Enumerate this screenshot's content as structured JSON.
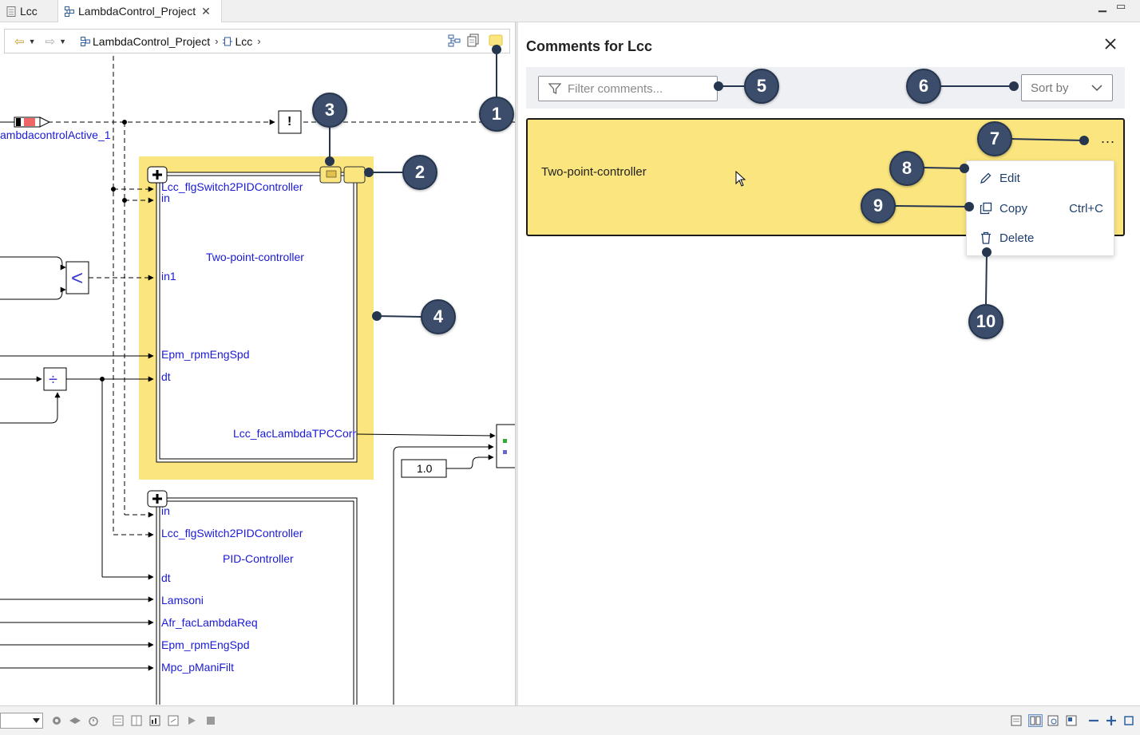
{
  "tabs": [
    {
      "label": "Lcc",
      "active": false
    },
    {
      "label": "LambdaControl_Project",
      "active": true
    }
  ],
  "breadcrumb": {
    "items": [
      "LambdaControl_Project",
      "Lcc"
    ]
  },
  "diagram": {
    "signal_labels": {
      "active_signal": "ambdacontrolActive_1",
      "port_flg_a": "Lcc_flgSwitch2PIDController",
      "port_in_a": "in",
      "block_two_point": "Two-point-controller",
      "port_in1": "in1",
      "port_epm_a": "Epm_rpmEngSpd",
      "port_dt_a": "dt",
      "port_out_corr": "Lcc_facLambdaTPCCorr",
      "const_value": "1.0",
      "port_in_b": "in",
      "port_flg_b": "Lcc_flgSwitch2PIDController",
      "block_pid": "PID-Controller",
      "port_dt_b": "dt",
      "port_lamsoni": "Lamsoni",
      "port_afr": "Afr_facLambdaReq",
      "port_epm_b": "Epm_rpmEngSpd",
      "port_mpc": "Mpc_pManiFilt",
      "compare_op": "<",
      "divide_op": "÷",
      "warning_mark": "!"
    }
  },
  "comments_panel": {
    "title": "Comments for Lcc",
    "filter_placeholder": "Filter comments...",
    "filter_value": "",
    "sort_placeholder": "Sort by",
    "comment_text": "Two-point-controller",
    "more_label": "...",
    "menu": {
      "edit": "Edit",
      "copy": "Copy",
      "copy_shortcut": "Ctrl+C",
      "delete": "Delete"
    }
  },
  "callouts": [
    "1",
    "2",
    "3",
    "4",
    "5",
    "6",
    "7",
    "8",
    "9",
    "10"
  ],
  "colors": {
    "comment_highlight": "#fbe57e",
    "callout_fill": "#3b4d6b",
    "signal_text": "#1a1ad6",
    "menu_text": "#1e3f6d"
  },
  "icons": {
    "tab_file": "file-icon",
    "tab_project": "project-icon",
    "back": "back-arrow-icon",
    "forward": "forward-arrow-icon",
    "panel_close": "close-icon",
    "filter": "filter-icon",
    "sort": "chevron-down-icon",
    "edit": "pencil-icon",
    "copy": "copy-icon",
    "delete": "trash-icon"
  }
}
